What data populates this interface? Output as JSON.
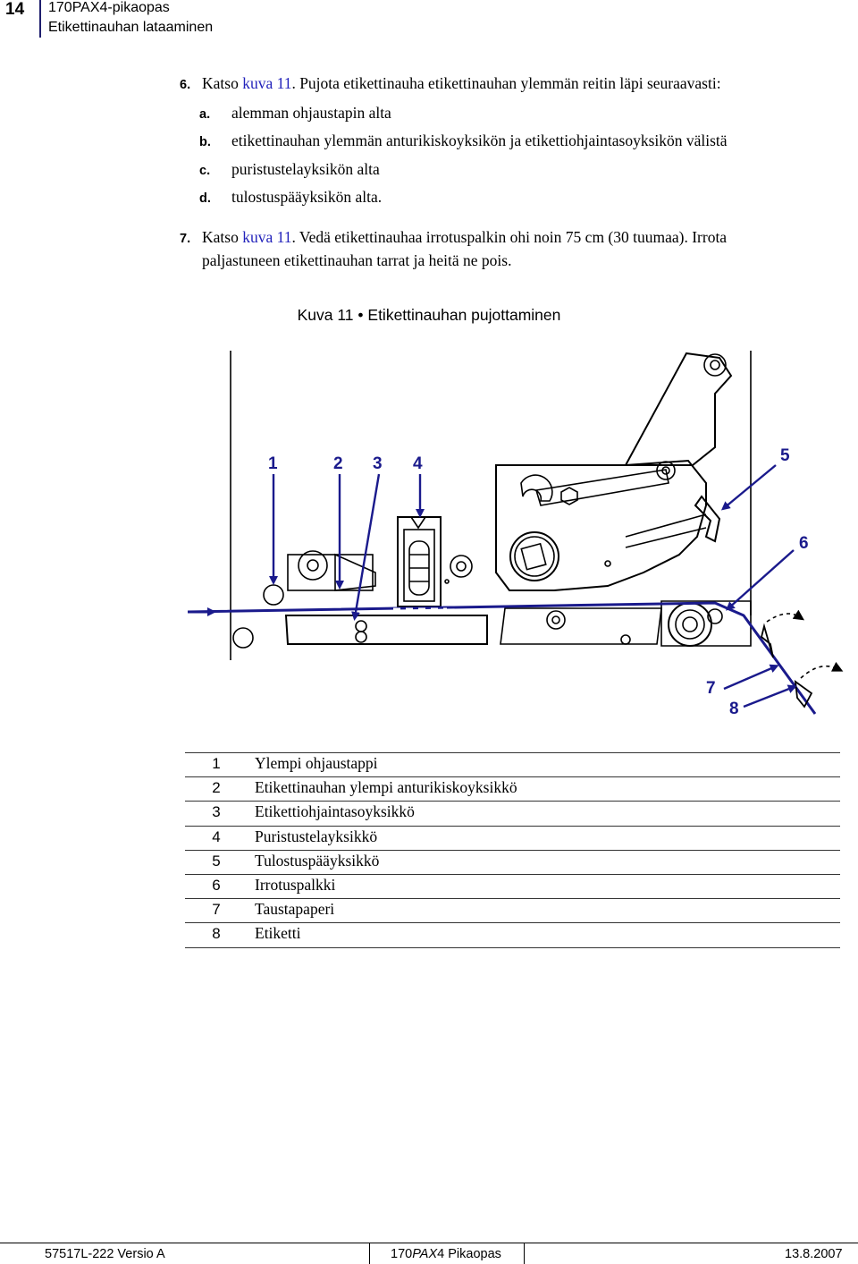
{
  "header": {
    "page_number": "14",
    "doc_title": "170PAX4-pikaopas",
    "section": "Etikettinauhan lataaminen"
  },
  "steps": [
    {
      "num": "6.",
      "pre": "Katso ",
      "link": "kuva 11",
      "post": ". Pujota etikettinauha etikettinauhan ylemmän reitin läpi seuraavasti:",
      "substeps": [
        {
          "letter": "a.",
          "text": "alemman ohjaustapin alta"
        },
        {
          "letter": "b.",
          "text": "etikettinauhan ylemmän anturikiskoyksikön ja etikettiohjaintasoyksikön välistä"
        },
        {
          "letter": "c.",
          "text": "puristustelayksikön alta"
        },
        {
          "letter": "d.",
          "text": "tulostuspääyksikön alta."
        }
      ]
    },
    {
      "num": "7.",
      "pre": "Katso ",
      "link": "kuva 11",
      "post": ". Vedä etikettinauhaa irrotuspalkin ohi noin 75 cm (30 tuumaa). Irrota",
      "line2": "paljastuneen etikettinauhan tarrat ja heitä ne pois."
    }
  ],
  "figure": {
    "title": "Kuva 11 • Etikettinauhan pujottaminen",
    "callouts": [
      "1",
      "2",
      "3",
      "4",
      "5",
      "6",
      "7",
      "8"
    ],
    "callout_color": "#1a1a8c"
  },
  "legend": [
    {
      "key": "1",
      "label": "Ylempi ohjaustappi"
    },
    {
      "key": "2",
      "label": "Etikettinauhan ylempi anturikiskoyksikkö"
    },
    {
      "key": "3",
      "label": "Etikettiohjaintasoyksikkö"
    },
    {
      "key": "4",
      "label": "Puristustelayksikkö"
    },
    {
      "key": "5",
      "label": "Tulostuspääyksikkö"
    },
    {
      "key": "6",
      "label": "Irrotuspalkki"
    },
    {
      "key": "7",
      "label": "Taustapaperi"
    },
    {
      "key": "8",
      "label": "Etiketti"
    }
  ],
  "footer": {
    "left": "57517L-222 Versio A",
    "center_prefix": "170",
    "center_italic": "PAX",
    "center_suffix": "4 Pikaopas",
    "right": "13.8.2007"
  }
}
